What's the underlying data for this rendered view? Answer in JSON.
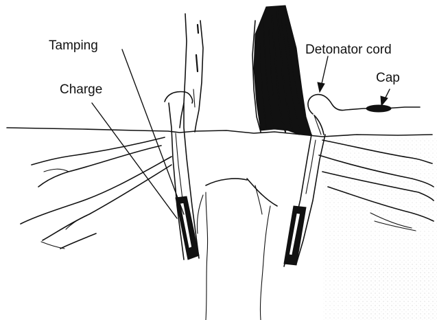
{
  "labels": {
    "tamping": "Tamping",
    "charge": "Charge",
    "detonator_cord": "Detonator cord",
    "cap": "Cap"
  }
}
